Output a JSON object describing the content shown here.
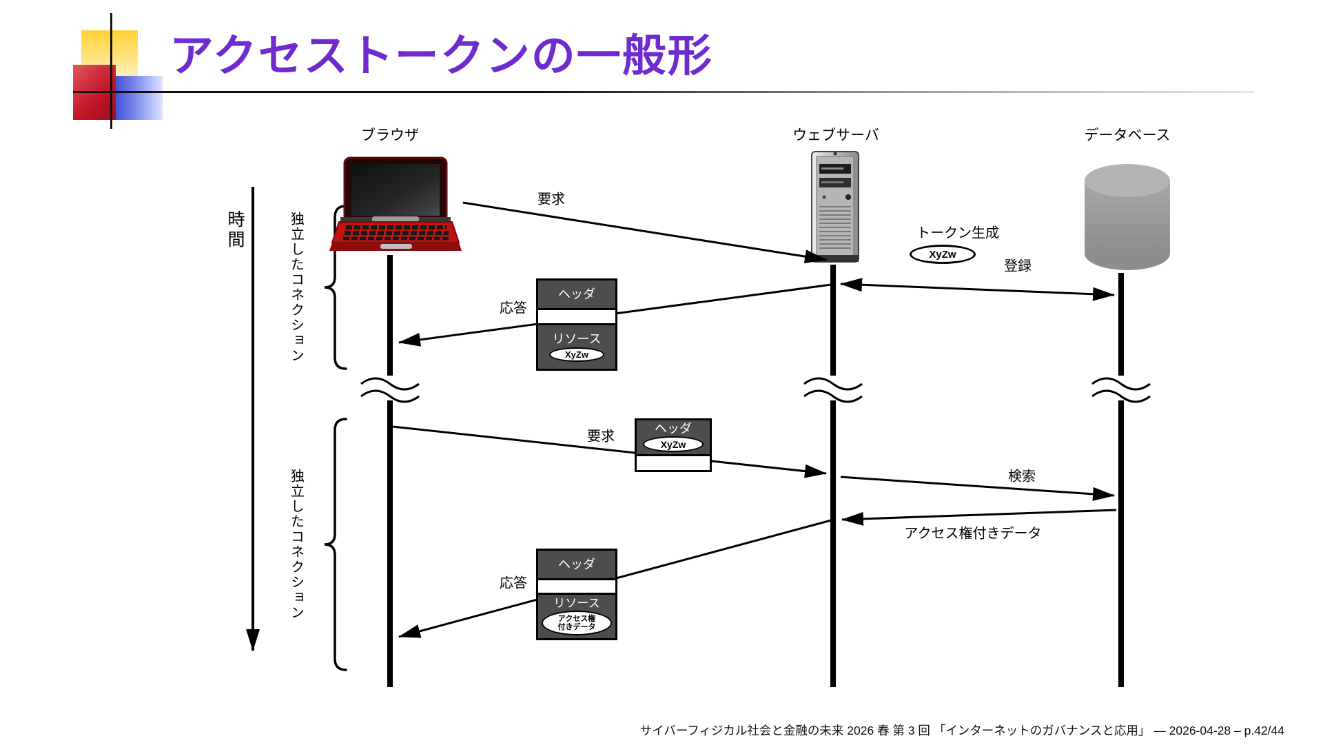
{
  "slide": {
    "title": "アクセストークンの一般形",
    "footer": "サイバーフィジカル社会と金融の未来 2026 春 第 3 回 「インターネットのガバナンスと応用」 — 2026-04-28 – p.42/44"
  },
  "actors": {
    "browser": "ブラウザ",
    "webserver": "ウェブサーバ",
    "database": "データベース"
  },
  "axis": {
    "time": "時間",
    "connection1": "独立したコネクション",
    "connection2": "独立したコネクション"
  },
  "messages": {
    "request1": "要求",
    "token_generation": "トークン生成",
    "register": "登録",
    "response1": "応答",
    "request2": "要求",
    "search": "検索",
    "access_data": "アクセス権付きデータ",
    "response2": "応答"
  },
  "token": {
    "value": "XyZw"
  },
  "boxes": {
    "header": "ヘッダ",
    "resource": "リソース",
    "access_line1": "アクセス権",
    "access_line2": "付きデータ"
  },
  "colors": {
    "title_accent": "#6f2bd0",
    "payload_box_fill": "#4d4d4d"
  }
}
